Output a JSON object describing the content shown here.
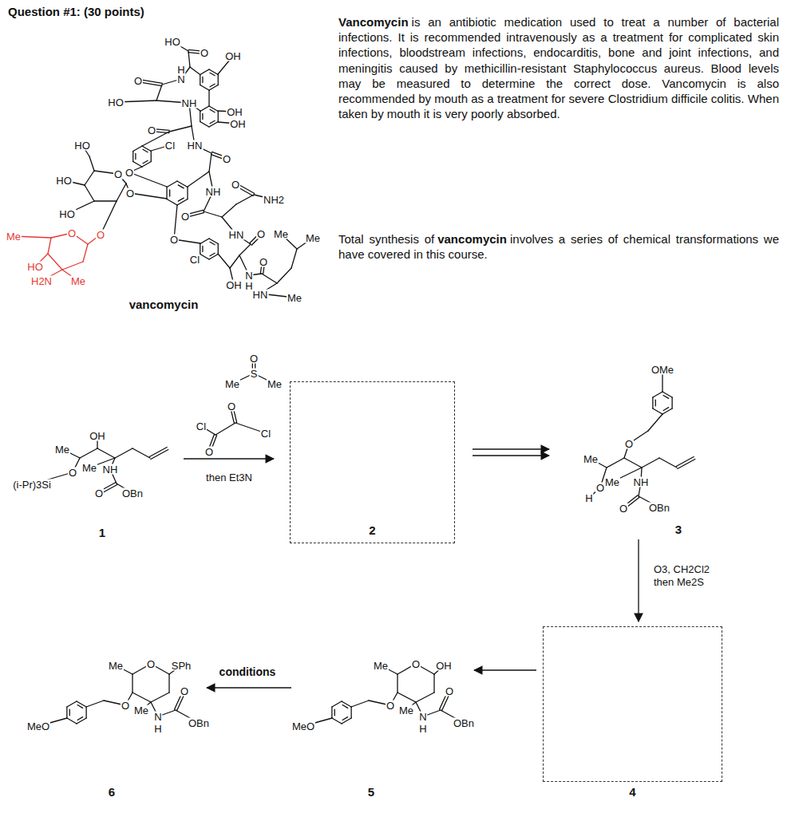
{
  "diagram": {
    "title": "Question #1: (30 points)",
    "nodes": [
      {
        "text": [
          "2"
        ]
      },
      {
        "text": [
          "4"
        ]
      }
    ],
    "labels": [
      "Vancomycin",
      "is an antibiotic medication used to treat a number of bacterial infections. It is recommended intravenously as a treatment for complicated skin infections, bloodstream infections, endocarditis, bone and joint infections, and meningitis caused by methicillin-resistant Staphylococcus aureus. Blood levels may be measured to determine the correct dose. Vancomycin is also recommended by mouth as a treatment for severe Clostridium difficile colitis. When taken by mouth it is very poorly absorbed.",
      "Total synthesis of",
      "vancomycin",
      "involves a series of chemical transformations we have covered in this course.",
      "HO",
      "O",
      "OH",
      "H",
      "N",
      "O",
      "HO",
      "NH",
      "OH",
      "OH",
      "O",
      "HO",
      "Cl",
      "HN",
      "O",
      "HO",
      "O",
      "O",
      "NH",
      "O",
      "NH2",
      "HO",
      "O",
      "O",
      "Me",
      "O",
      "O",
      "HN",
      "O",
      "Me",
      "Me",
      "O",
      "Cl",
      "O",
      "N",
      "H",
      "OH",
      "HN",
      "Me",
      "HO",
      "H2N",
      "Me",
      "vancomycin",
      "O",
      "S",
      "Me",
      "Me",
      "O",
      "Cl",
      "Cl",
      "O",
      "then Et3N",
      "OH",
      "Me",
      "Me",
      "O",
      "NH",
      "(i-Pr)3Si",
      "O",
      "OBn",
      "1",
      "OMe",
      "O",
      "Me",
      "Me",
      "NH",
      "H",
      "O",
      "O",
      "OBn",
      "3",
      "O3, CH2Cl2",
      "then Me2S",
      "Me",
      "O",
      "OH",
      "O",
      "Me",
      "N",
      "H",
      "O",
      "OBn",
      "MeO",
      "5",
      "Me",
      "O",
      "SPh",
      "O",
      "Me",
      "N",
      "H",
      "O",
      "OBn",
      "MeO",
      "6",
      "conditions"
    ]
  }
}
